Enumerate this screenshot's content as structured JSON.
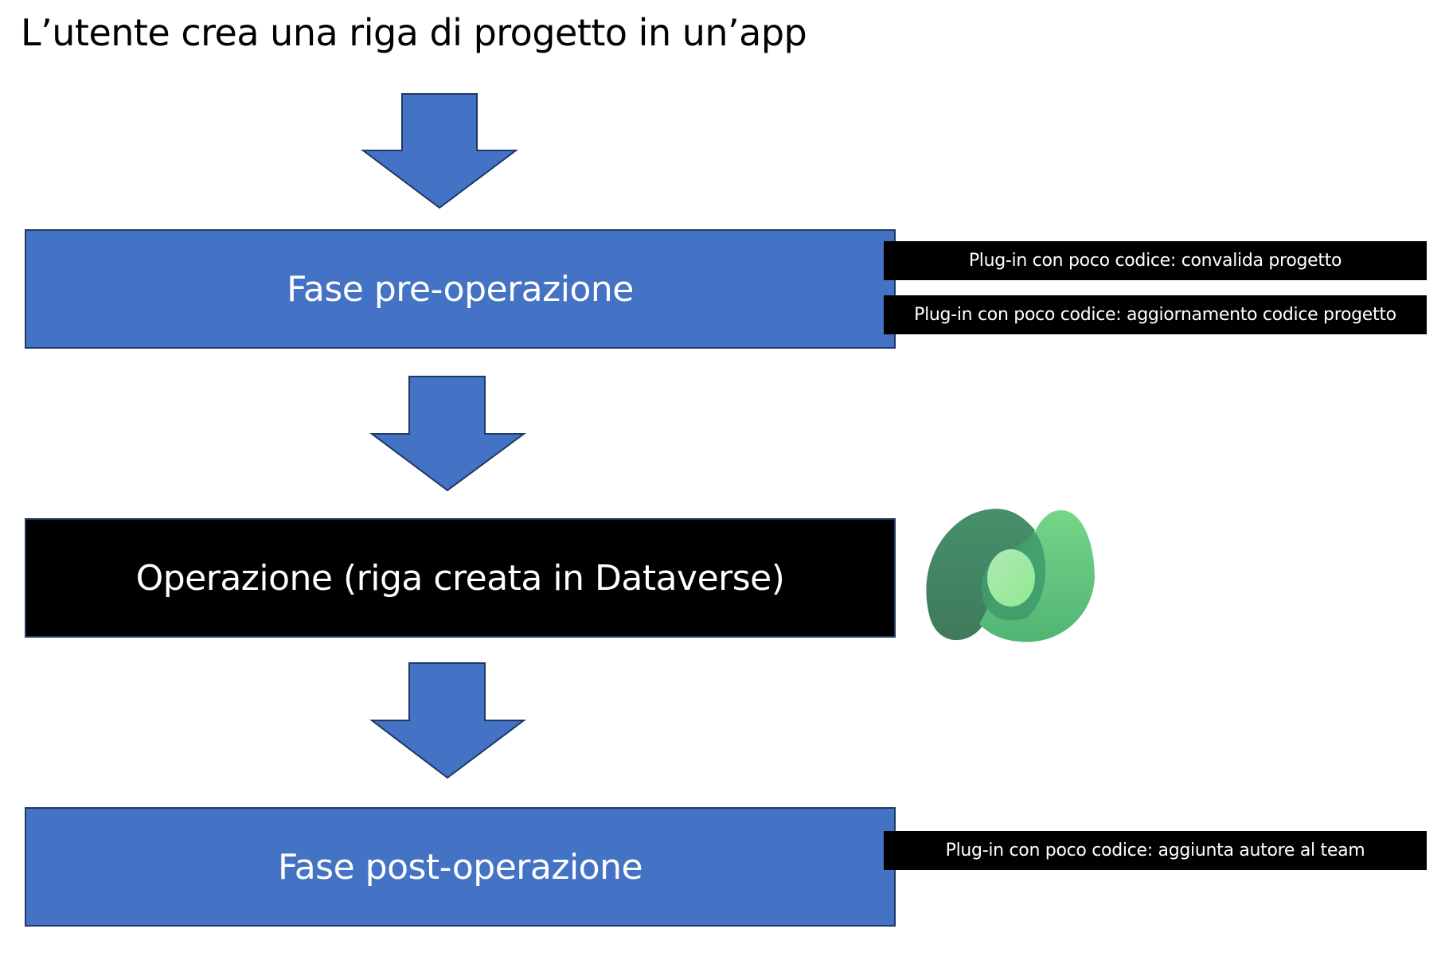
{
  "title": "L’utente crea una riga di progetto in un’app",
  "stages": [
    {
      "label": "Fase pre-operazione",
      "fill": "#4472c4"
    },
    {
      "label": "Operazione (riga creata in Dataverse)",
      "fill": "#000000"
    },
    {
      "label": "Fase post-operazione",
      "fill": "#4472c4"
    }
  ],
  "plugins": {
    "pre": [
      "Plug-in con poco codice: convalida progetto",
      "Plug-in con poco codice: aggiornamento codice progetto"
    ],
    "post": [
      "Plug-in con poco codice: aggiunta autore al team"
    ]
  },
  "colors": {
    "arrow": "#4472c4",
    "border": "#1f3864"
  },
  "logo": "dataverse-logo"
}
